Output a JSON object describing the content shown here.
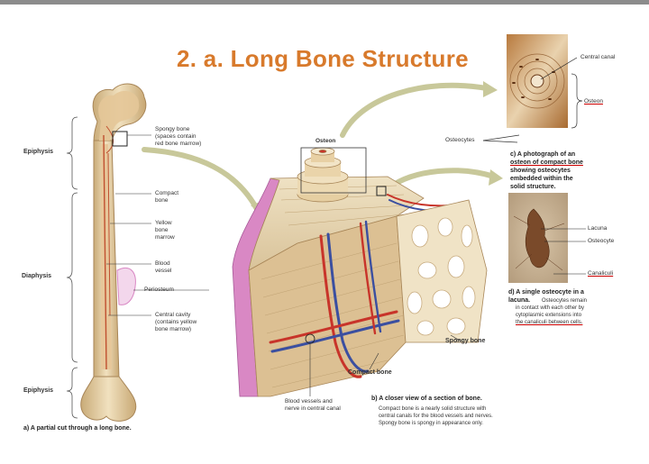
{
  "title": "2. a. Long Bone Structure",
  "regions": {
    "epiphysis_top": "Epiphysis",
    "diaphysis": "Diaphysis",
    "epiphysis_bottom": "Epiphysis"
  },
  "bone_labels": {
    "spongy_bone": [
      "Spongy bone",
      "(spaces contain",
      "red bone marrow)"
    ],
    "compact_bone": [
      "Compact",
      "bone"
    ],
    "yellow_marrow": [
      "Yellow",
      "bone",
      "marrow"
    ],
    "blood_vessel": [
      "Blood",
      "vessel"
    ],
    "periosteum": "Periosteum",
    "central_cavity": [
      "Central cavity",
      "(contains yellow",
      "bone marrow)"
    ]
  },
  "caption_a": "a) A partial cut through a long bone.",
  "section_labels": {
    "osteon": "Osteon",
    "spongy_bone": "Spongy bone",
    "compact_bone": "Compact bone",
    "vessels": [
      "Blood vessels and",
      "nerve in central canal"
    ]
  },
  "caption_b": {
    "title": "b) A closer view of a section of bone.",
    "lines": [
      "Compact bone is a nearly solid structure with",
      "central canals for the blood vessels and nerves.",
      "Spongy bone is spongy in appearance only."
    ]
  },
  "photo_c_labels": {
    "central_canal": "Central canal",
    "osteon": "Osteon",
    "osteocytes": "Osteocytes"
  },
  "caption_c": [
    "c) A photograph of an",
    "osteon of compact bone",
    "showing osteocytes",
    "embedded within the",
    "solid structure."
  ],
  "photo_d_labels": {
    "lacuna": "Lacuna",
    "osteocyte": "Osteocyte",
    "canaliculi": "Canaliculi"
  },
  "caption_d": {
    "title": [
      "d) A single osteocyte in a",
      "lacuna."
    ],
    "lines": [
      "Osteocytes remain",
      "in contact with each other by",
      "cytoplasmic extensions into",
      "the canaliculi between cells."
    ]
  },
  "colors": {
    "title": "#d87a2c",
    "bone": "#e8d2a6",
    "marrow": "#c05030",
    "arrow": "#c8c89a",
    "periosteum": "#d988c4"
  }
}
